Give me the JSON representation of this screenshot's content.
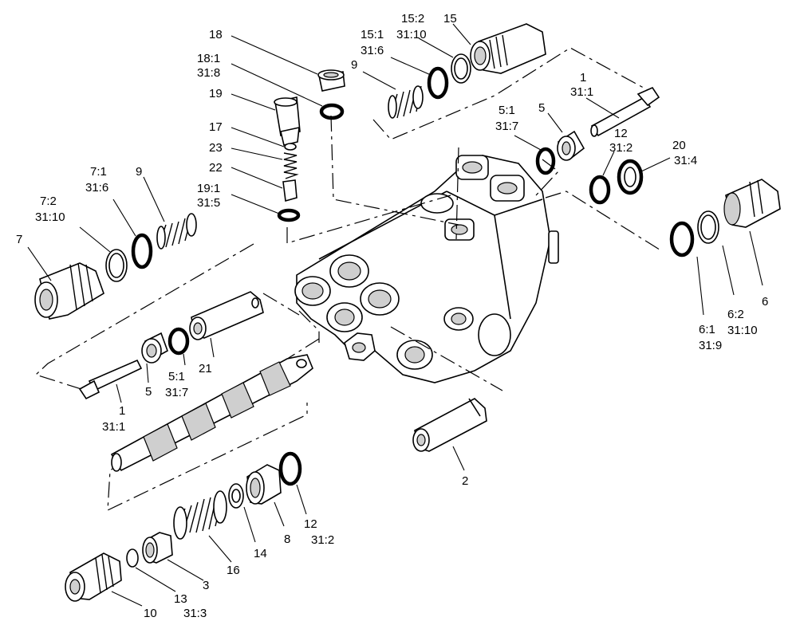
{
  "labels": {
    "l18": "18",
    "l18_1": "18:1",
    "l31_8": "31:8",
    "l19": "19",
    "l17": "17",
    "l23": "23",
    "l22": "22",
    "l19_1": "19:1",
    "l31_5a": "31:5",
    "l9a": "9",
    "l15_1": "15:1",
    "l31_6a": "31:6",
    "l15_2": "15:2",
    "l31_10a": "31:10",
    "l15": "15",
    "l1a": "1",
    "l31_1a": "31:1",
    "l5_1a": "5:1",
    "l31_7a": "31:7",
    "l5a": "5",
    "l12a": "12",
    "l31_2a": "31:2",
    "l20": "20",
    "l31_4": "31:4",
    "l7_1": "7:1",
    "l31_6b": "31:6",
    "l9b": "9",
    "l7_2": "7:2",
    "l31_10b": "31:10",
    "l7": "7",
    "l6": "6",
    "l6_2": "6:2",
    "l31_10c": "31:10",
    "l6_1": "6:1",
    "l31_9": "31:9",
    "l5_1b": "5:1",
    "l31_7b": "31:7",
    "l21": "21",
    "l1b": "1",
    "l31_1b": "31:1",
    "l5b": "5",
    "l2": "2",
    "l12b": "12",
    "l31_2b": "31:2",
    "l8": "8",
    "l14": "14",
    "l16": "16",
    "l3": "3",
    "l13": "13",
    "l31_3": "31:3",
    "l10": "10"
  }
}
